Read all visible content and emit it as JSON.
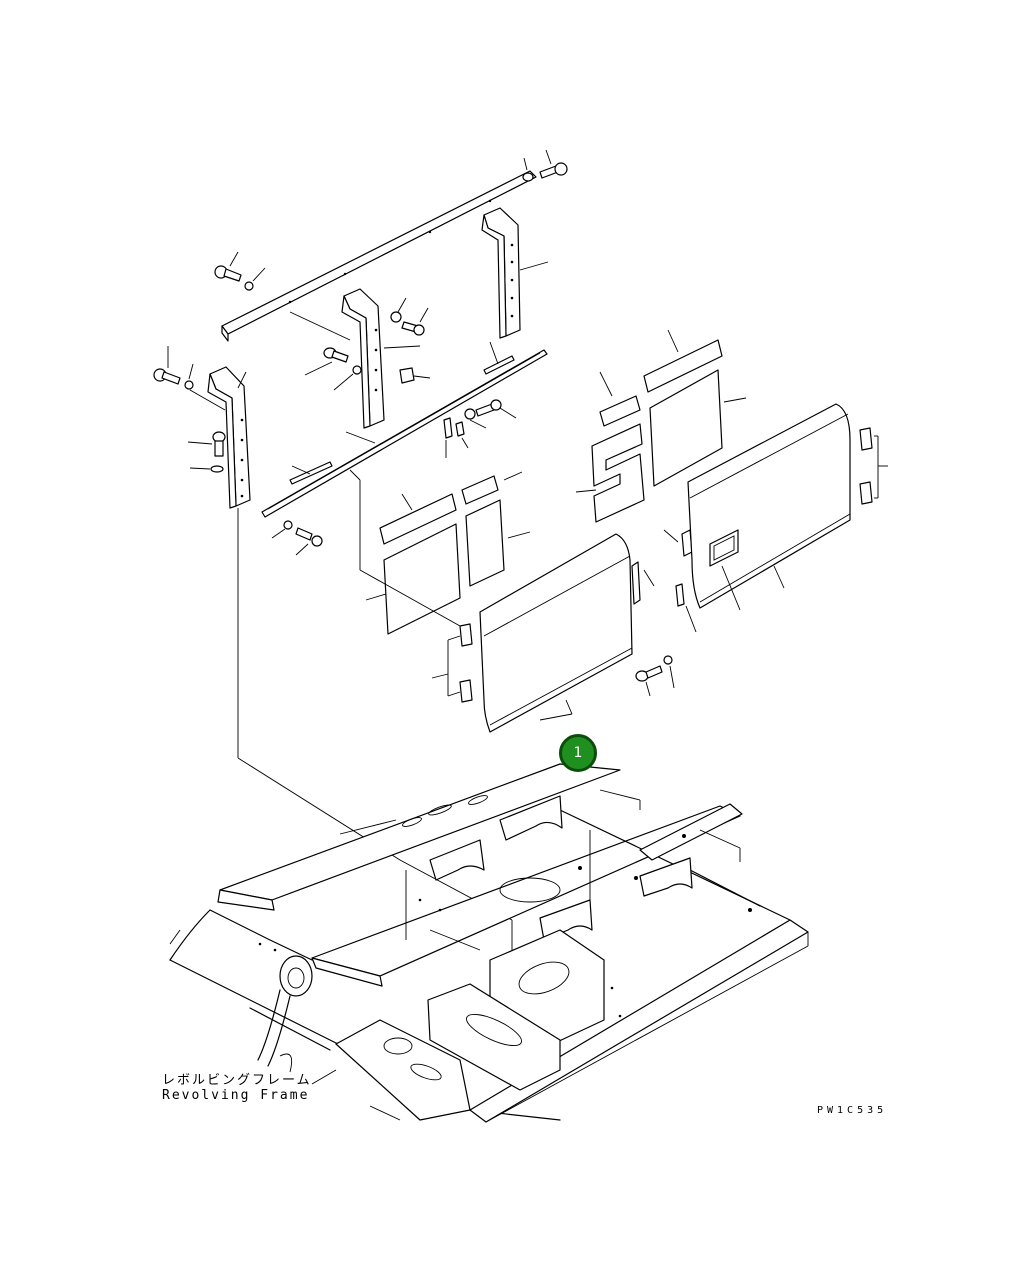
{
  "drawing": {
    "label_jp": "レボルビングフレーム",
    "label_en": "Revolving Frame",
    "code": "PW1C535"
  },
  "callouts": [
    {
      "number": "1",
      "color": "#1f8f1f"
    }
  ]
}
